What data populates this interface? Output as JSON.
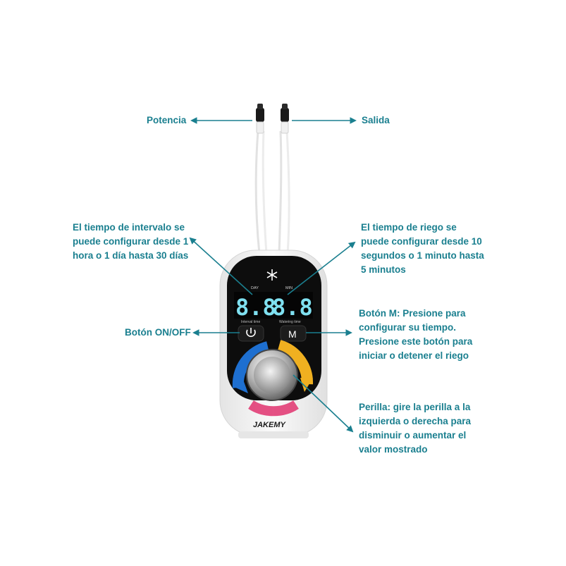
{
  "labels": {
    "potencia": "Potencia",
    "salida": "Salida",
    "interval": "El tiempo de intervalo se\npuede configurar desde 1\nhora o 1 día hasta 30 días",
    "riego": "El tiempo de riego se\npuede configurar desde 10\nsegundos o 1 minuto hasta\n5 minutos",
    "onoff": "Botón ON/OFF",
    "boton_m": "Botón M: Presione para\nconfigurar su tiempo.\nPresione este botón para\niniciar o detener el riego",
    "perilla": "Perilla: gire la perilla a la\nizquierda o derecha para\ndisminuir o aumentar el\nvalor mostrado"
  },
  "device": {
    "brand": "JAKEMY",
    "day_label": "DAY",
    "min_label": "MIN",
    "interval_display": "8.8",
    "watering_display": "8.8",
    "interval_caption": "Interval time",
    "watering_caption": "Watering time",
    "m_button": "M"
  },
  "colors": {
    "label": "#1a7f8f",
    "arrow": "#1a7f8f",
    "display": "#7fe0f0",
    "device_body": "#f2f2f2",
    "panel": "#0d0d0d",
    "dial_blue": "#1e6fd0",
    "dial_yellow": "#f0b020",
    "dial_pink": "#e0336e"
  }
}
